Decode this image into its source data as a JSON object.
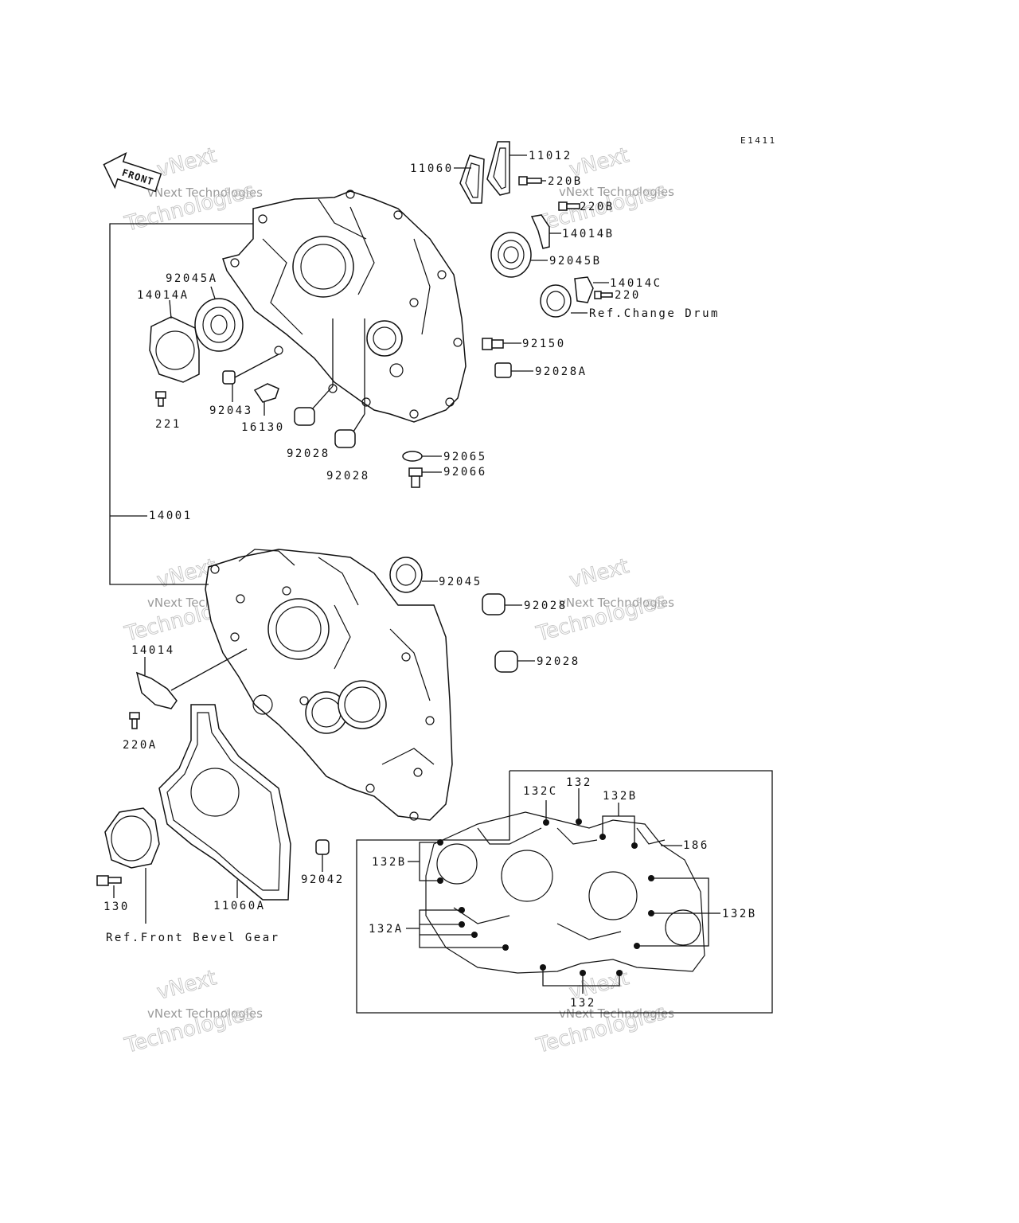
{
  "diagram_code": "E1411",
  "front_label": "FRONT",
  "watermark": {
    "line1": "vNext Technologies",
    "line2": "vNext",
    "line3": "Technologies"
  },
  "labels": {
    "p11060": "11060",
    "p11012": "11012",
    "p220B_1": "220B",
    "p220B_2": "220B",
    "p14014B": "14014B",
    "p92045B": "92045B",
    "p14014C": "14014C",
    "p220": "220",
    "ref_change_drum": "Ref.Change Drum",
    "p92150": "92150",
    "p92028A": "92028A",
    "p92045A": "92045A",
    "p14014A": "14014A",
    "p221": "221",
    "p92043": "92043",
    "p16130": "16130",
    "p92028_1": "92028",
    "p92028_2": "92028",
    "p92065": "92065",
    "p92066": "92066",
    "p14001": "14001",
    "p92045": "92045",
    "p92028_3": "92028",
    "p92028_4": "92028",
    "p14014": "14014",
    "p220A": "220A",
    "p92042": "92042",
    "p130": "130",
    "p11060A": "11060A",
    "ref_front_bevel_gear": "Ref.Front Bevel Gear",
    "p132C": "132C",
    "p132_top": "132",
    "p132B_top": "132B",
    "p186": "186",
    "p132B_left": "132B",
    "p132B_right": "132B",
    "p132A": "132A",
    "p132_bottom": "132"
  }
}
